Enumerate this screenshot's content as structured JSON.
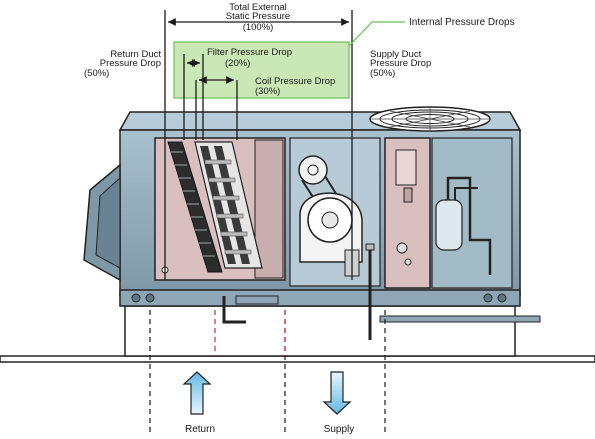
{
  "labels": {
    "total_line1": "Total External",
    "total_line2": "Static Pressure",
    "total_line3": "(100%)",
    "internal": "Internal Pressure Drops",
    "return_duct_line1": "Return Duct",
    "return_duct_line2": "Pressure Drop",
    "return_duct_line3": "(50%)",
    "filter_line1": "Filter Pressure Drop",
    "filter_line2": "(20%)",
    "coil_line1": "Coil Pressure Drop",
    "coil_line2": "(30%)",
    "supply_duct_line1": "Supply Duct",
    "supply_duct_line2": "Pressure Drop",
    "supply_duct_line3": "(50%)",
    "return": "Return",
    "supply": "Supply"
  },
  "colors": {
    "internal_box_fill": "#c9e8b5",
    "internal_box_stroke": "#6bbf59",
    "unit_blue": "#8ea6b5",
    "unit_blue_dark": "#5d7686",
    "panel_pink": "#d9bfc0",
    "arrow_blue": "#7ec8ee"
  },
  "icons": {
    "return_arrow": "arrow-up-icon",
    "supply_arrow": "arrow-down-icon"
  }
}
